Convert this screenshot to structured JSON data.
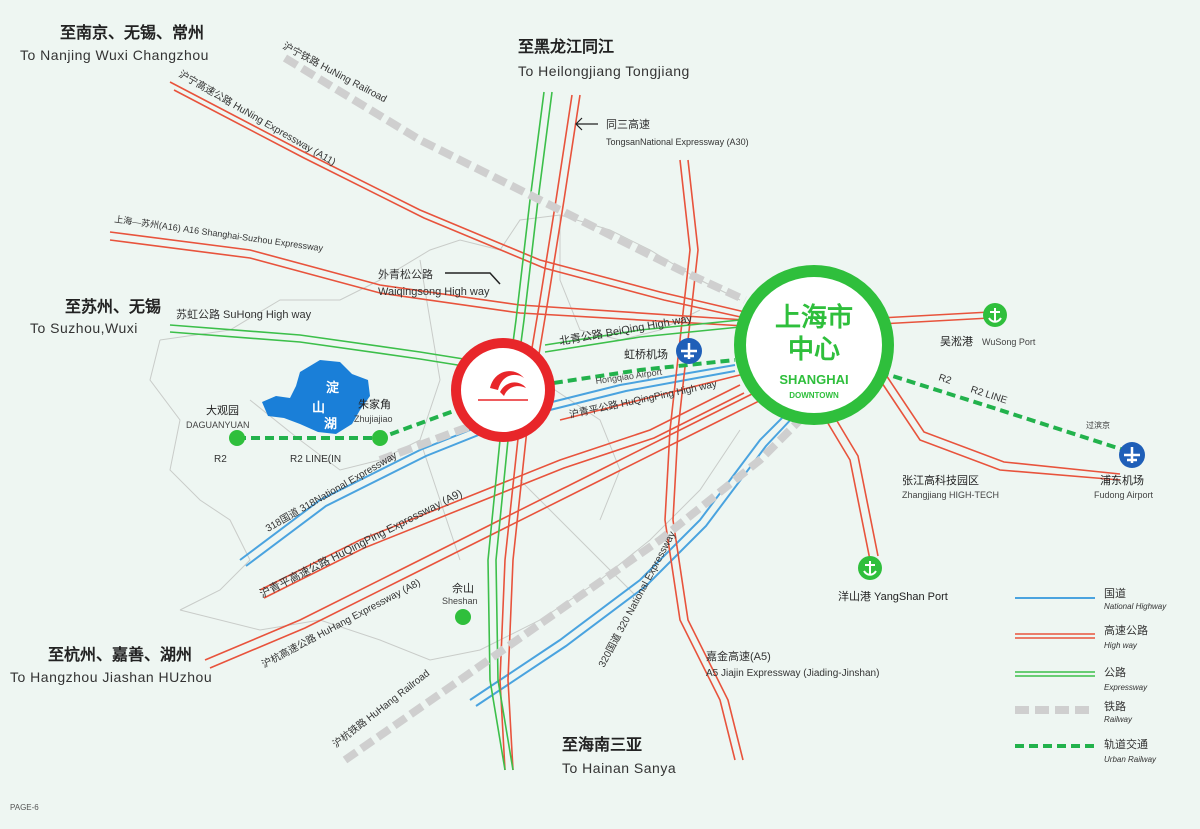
{
  "destinations": {
    "nanjing_cn": "至南京、无锡、常州",
    "nanjing_en": "To Nanjing Wuxi Changzhou",
    "heilongjiang_cn": "至黑龙江同江",
    "heilongjiang_en": "To Heilongjiang Tongjiang",
    "suzhou_cn": "至苏州、无锡",
    "suzhou_en": "To Suzhou,Wuxi",
    "hangzhou_cn": "至杭州、嘉善、湖州",
    "hangzhou_en": "To Hangzhou Jiashan HUzhou",
    "hainan_cn": "至海南三亚",
    "hainan_en": "To Hainan Sanya"
  },
  "roads": {
    "huning_railroad": "沪宁铁路 HuNing Railroad",
    "huning_expressway": "沪宁高速公路 HuNing Expressway (A11)",
    "a16": "上海—苏州(A16) A16 Shanghai-Suzhou Expressway",
    "waiqingsong_cn": "外青松公路",
    "waiqingsong_en": "Waiqingsong High way",
    "tongsan_cn": "同三高速",
    "tongsan_en": "TongsanNational Expressway (A30)",
    "suhong": "苏虹公路 SuHong High way",
    "beiqing": "北青公路 BeiQing High way",
    "huqingping": "沪青平公路 HuQingPing High way",
    "r318": "318国道 318National Expressway",
    "huqingping_exp": "沪青平高速公路 HuQingPing Expressway (A9)",
    "huhang_exp": "沪杭高速公路 HuHang Expressway (A8)",
    "huhang_rail": "沪杭铁路 HuHang Railroad",
    "r320": "320国道 320 National Expressway",
    "a5_cn": "嘉金高速(A5)",
    "a5_en": "A5 Jiajin Expressway (Jiading-Jinshan)",
    "r2_left": "R2",
    "r2_line_in": "R2 LINE(IN",
    "r2_right": "R2",
    "r2_line": "R2 LINE",
    "guojian": "过滨京"
  },
  "places": {
    "downtown_cn1": "上海市",
    "downtown_cn2": "中心",
    "downtown_en1": "SHANGHAI",
    "downtown_en2": "DOWNTOWN",
    "hongqiao_cn": "虹桥机场",
    "hongqiao_en": "Hongqiao Airport",
    "wusong_cn": "吴淞港",
    "wusong_en": "WuSong Port",
    "zhangjiang_cn": "张江高科技园区",
    "zhangjiang_en": "Zhangjiang HIGH-TECH",
    "pudong_cn": "浦东机场",
    "pudong_en": "Fudong Airport",
    "yangshan": "洋山港 YangShan Port",
    "sheshan_cn": "佘山",
    "sheshan_en": "Sheshan",
    "daguanyuan_cn": "大观园",
    "daguanyuan_en": "DAGUANYUAN",
    "zhujiajiao_cn": "朱家角",
    "zhujiajiao_en": "Zhujiajiao",
    "lake1": "淀",
    "lake2": "山",
    "lake3": "湖"
  },
  "legend": [
    {
      "cn": "国道",
      "en": "National Highway",
      "color": "#4aa3df"
    },
    {
      "cn": "高速公路",
      "en": "High way",
      "color": "#e8533c"
    },
    {
      "cn": "公路",
      "en": "Expressway",
      "color": "#3cbf4a"
    },
    {
      "cn": "铁路",
      "en": "Railway",
      "color": "#cccccc"
    },
    {
      "cn": "轨道交通",
      "en": "Urban Railway",
      "color": "#22b24c"
    }
  ],
  "footer": {
    "page": "PAGE-6"
  },
  "colors": {
    "highway": "#e8533c",
    "national": "#4aa3df",
    "expressway": "#3cbf4a",
    "railway": "#cccccc",
    "urban_rail": "#22b24c",
    "downtown": "#2fbf3c",
    "resort_ring": "#e8262a",
    "lake": "#1a7fd8",
    "airport": "#1f5fb8"
  }
}
